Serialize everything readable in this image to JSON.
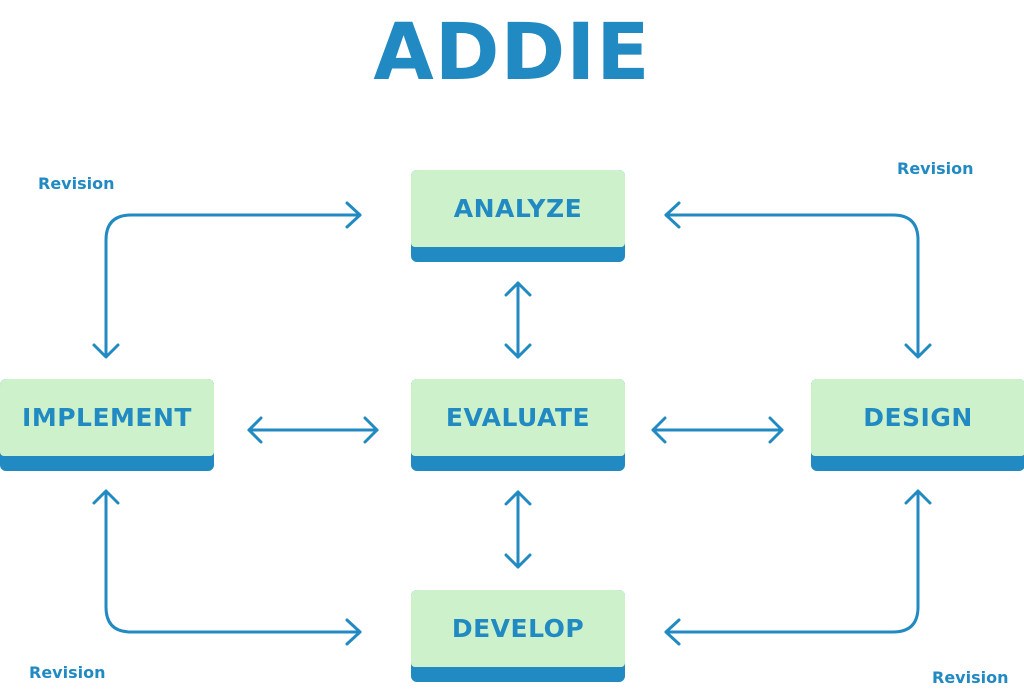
{
  "title": "ADDIE",
  "boxes": {
    "analyze": "ANALYZE",
    "implement": "IMPLEMENT",
    "evaluate": "EVALUATE",
    "design": "DESIGN",
    "develop": "DEVELOP"
  },
  "revisions": {
    "top_left": "Revision",
    "top_right": "Revision",
    "bottom_left": "Revision",
    "bottom_right": "Revision"
  },
  "colors": {
    "accent": "#218ac2",
    "box_fill": "#cdf2cb",
    "background": "#ffffff"
  }
}
